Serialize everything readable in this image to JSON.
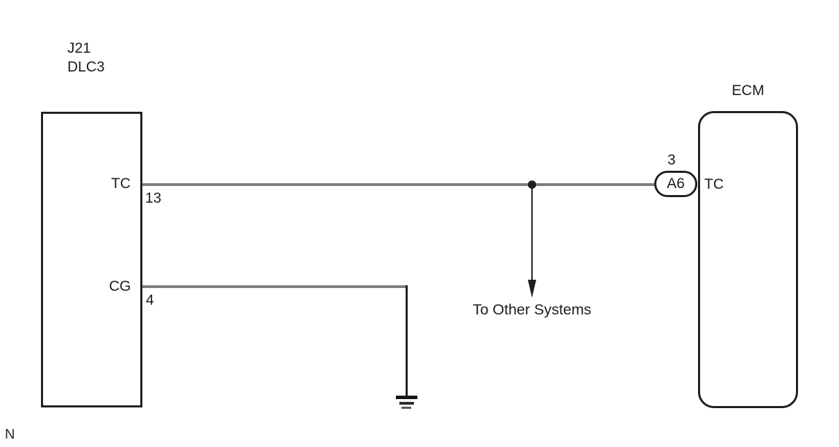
{
  "note": "N",
  "dlc3": {
    "ref": "J21",
    "name": "DLC3",
    "pins": [
      {
        "label": "TC",
        "number": "13"
      },
      {
        "label": "CG",
        "number": "4"
      }
    ]
  },
  "ecm": {
    "name": "ECM",
    "connector": {
      "pin_number": "3",
      "connector_id": "A6",
      "pin_label": "TC"
    }
  },
  "branch": {
    "label": "To Other Systems"
  },
  "colors": {
    "wire": "#7e7e7e",
    "line": "#1f1f1f"
  }
}
